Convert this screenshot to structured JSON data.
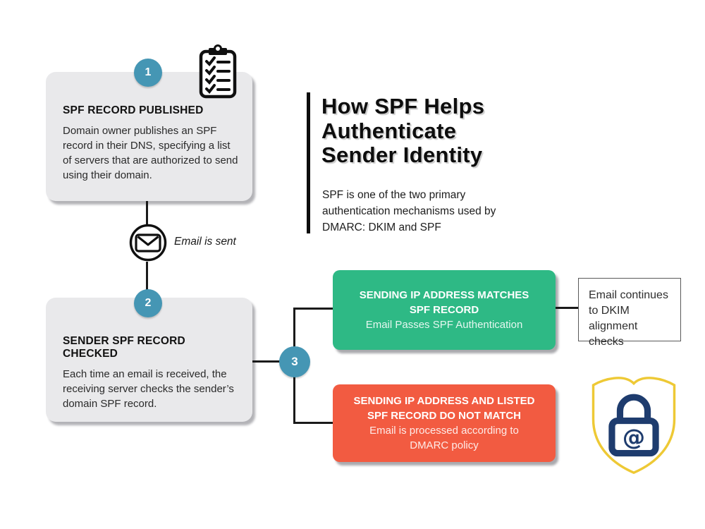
{
  "header": {
    "title_lines": [
      "How SPF Helps",
      "Authenticate",
      "Sender Identity"
    ],
    "subtitle": "SPF is one of the two primary authentication mechanisms used by DMARC: DKIM and SPF"
  },
  "steps": {
    "step1": {
      "number": "1",
      "title": "SPF RECORD PUBLISHED",
      "body": "Domain owner publishes an SPF record in their DNS, specifying a list of servers that are authorized to send using their domain."
    },
    "step2": {
      "number": "2",
      "title": "SENDER SPF RECORD CHECKED",
      "body": "Each time an email is received, the receiving server checks the sender’s domain SPF record."
    },
    "step3": {
      "number": "3"
    }
  },
  "flow": {
    "email_sent_label": "Email is sent"
  },
  "outcomes": {
    "pass": {
      "title": "SENDING IP ADDRESS MATCHES SPF RECORD",
      "subtitle": "Email Passes SPF Authentication"
    },
    "fail": {
      "title": "SENDING IP ADDRESS AND LISTED SPF RECORD DO NOT MATCH",
      "subtitle": "Email is processed according to DMARC policy"
    },
    "next": {
      "text": "Email continues to DKIM alignment checks"
    }
  },
  "icons": {
    "checklist": "checklist-clipboard-icon",
    "envelope": "envelope-icon",
    "shield": "shield-lock-email-icon"
  },
  "colors": {
    "accent_teal": "#4596b4",
    "pass_green": "#2eb985",
    "fail_red": "#f25b41",
    "shield_gold": "#eec935",
    "lock_navy": "#1e3c6e",
    "card_gray": "#e9e9eb",
    "line_black": "#1a1a1a"
  }
}
